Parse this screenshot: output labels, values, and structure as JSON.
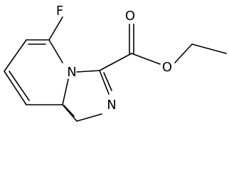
{
  "molecule": {
    "atoms": {
      "fluorine": "F",
      "ring_nitrogen": "N",
      "imidazole_nitrogen": "N",
      "carbonyl_oxygen": "O",
      "ester_oxygen": "O"
    },
    "bond_color": "#000000",
    "label_color": "#000000"
  }
}
